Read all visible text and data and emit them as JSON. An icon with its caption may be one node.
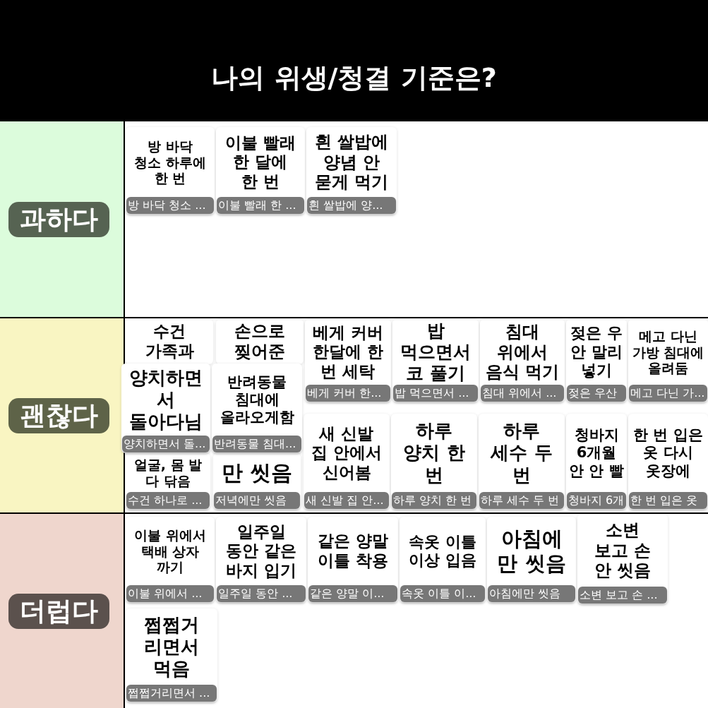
{
  "diagram": {
    "title": "나의 위생/청결 기준은?",
    "nodes": [
      {
        "text": [
          "과하다"
        ]
      },
      {
        "text": [
          "방 바닥 청소 하루에 한 번",
          "방 바닥 청소 ..."
        ],
        "in": 0
      },
      {
        "text": [
          "이불 빨래 한 달에 한 번",
          "이불 빨래 한 ..."
        ],
        "in": 0
      },
      {
        "text": [
          "흰 쌀밥에 양념 안 묻게 먹기",
          "흰 쌀밥에 양..."
        ],
        "in": 0
      },
      {
        "text": [
          "괜찮다"
        ]
      },
      {
        "text": [
          "수건 가족과"
        ],
        "in": 4
      },
      {
        "text": [
          "손으로 찢어준"
        ],
        "in": 4
      },
      {
        "text": [
          "베게 커버 한달에 한 번 세탁",
          "베게 커버 한..."
        ],
        "in": 4
      },
      {
        "text": [
          "밥 먹으면서 코 풀기",
          "밥 먹으면서 ..."
        ],
        "in": 4
      },
      {
        "text": [
          "침대 위에서 음식 먹기",
          "침대 위에서 ..."
        ],
        "in": 4
      },
      {
        "text": [
          "젖은 우 안 말리 넣기",
          "젖은 우산"
        ],
        "in": 4
      },
      {
        "text": [
          "메고 다닌 가방 침대에 올려둠",
          "메고 다닌 가..."
        ],
        "in": 4
      },
      {
        "text": [
          "양치하면서 돌아다님",
          "양치하면서 돌..."
        ],
        "in": 4
      },
      {
        "text": [
          "반려동물 침대에 올라오게함",
          "반려동물 침대..."
        ],
        "in": 4
      },
      {
        "text": [
          "얼굴, 몸 발 다 닦음",
          "수건 하나로 ..."
        ],
        "in": 4
      },
      {
        "text": [
          "만 씻음",
          "저녁에만 씻음"
        ],
        "in": 4
      },
      {
        "text": [
          "새 신발 집 안에서 신어봄",
          "새 신발 집 안..."
        ],
        "in": 4
      },
      {
        "text": [
          "하루 양치 한 번",
          "하루 양치 한 번"
        ],
        "in": 4
      },
      {
        "text": [
          "하루 세수 두 번",
          "하루 세수 두 번"
        ],
        "in": 4
      },
      {
        "text": [
          "청바지 6개월 안 안 빨",
          "청바지 6개"
        ],
        "in": 4
      },
      {
        "text": [
          "한 번 입은 옷 다시 옷장에",
          "한 번 입은 옷"
        ],
        "in": 4
      },
      {
        "text": [
          "더럽다"
        ]
      },
      {
        "text": [
          "이불 위에서 택배 상자 까기",
          "이불 위에서 ..."
        ],
        "in": 21
      },
      {
        "text": [
          "일주일 동안 같은 바지 입기",
          "일주일 동안 ..."
        ],
        "in": 21
      },
      {
        "text": [
          "같은 양말 이틀 착용",
          "같은 양말 이..."
        ],
        "in": 21
      },
      {
        "text": [
          "속옷 이틀 이상 입음",
          "속옷 이틀 이..."
        ],
        "in": 21
      },
      {
        "text": [
          "아침에만 씻음",
          "아침에만 씻음"
        ],
        "in": 21
      },
      {
        "text": [
          "소변 보고 손 안 씻음",
          "소변 보고 손 ..."
        ],
        "in": 21
      },
      {
        "text": [
          "쩝쩝거리면서 먹음",
          "쩝쩝거리면서 ..."
        ],
        "in": 21
      }
    ]
  }
}
